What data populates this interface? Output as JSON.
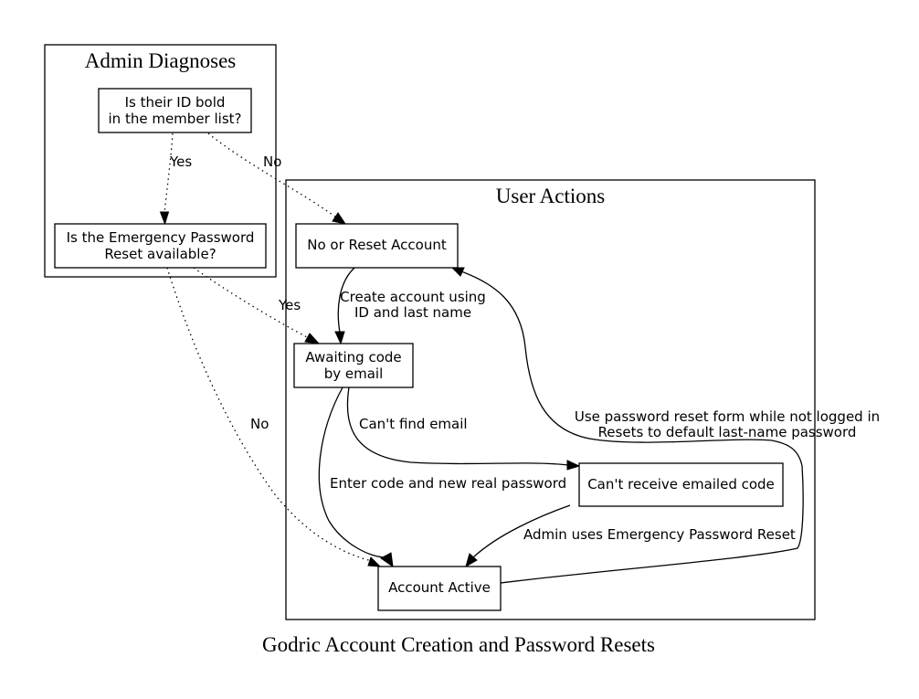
{
  "graph_title": "Godric Account Creation and Password Resets",
  "clusters": {
    "admin": {
      "title": "Admin Diagnoses"
    },
    "user": {
      "title": "User Actions"
    }
  },
  "nodes": {
    "id_bold": {
      "line1": "Is their ID bold",
      "line2": "in the member list?"
    },
    "emergency": {
      "line1": "Is the Emergency Password",
      "line2": "Reset available?"
    },
    "no_or_reset": {
      "label": "No or Reset Account"
    },
    "awaiting": {
      "line1": "Awaiting code",
      "line2": "by email"
    },
    "cant_receive": {
      "label": "Can't receive emailed code"
    },
    "active": {
      "label": "Account Active"
    }
  },
  "edges": {
    "id_yes": "Yes",
    "id_no": "No",
    "em_yes": "Yes",
    "em_no": "No",
    "create_line1": "Create account using",
    "create_line2": "ID and last name",
    "cant_find": "Can't find email",
    "enter_code": "Enter code and new real password",
    "admin_uses": "Admin uses Emergency Password Reset",
    "reset_line1": "Use password reset form while not logged in",
    "reset_line2": "Resets to default last-name password"
  }
}
